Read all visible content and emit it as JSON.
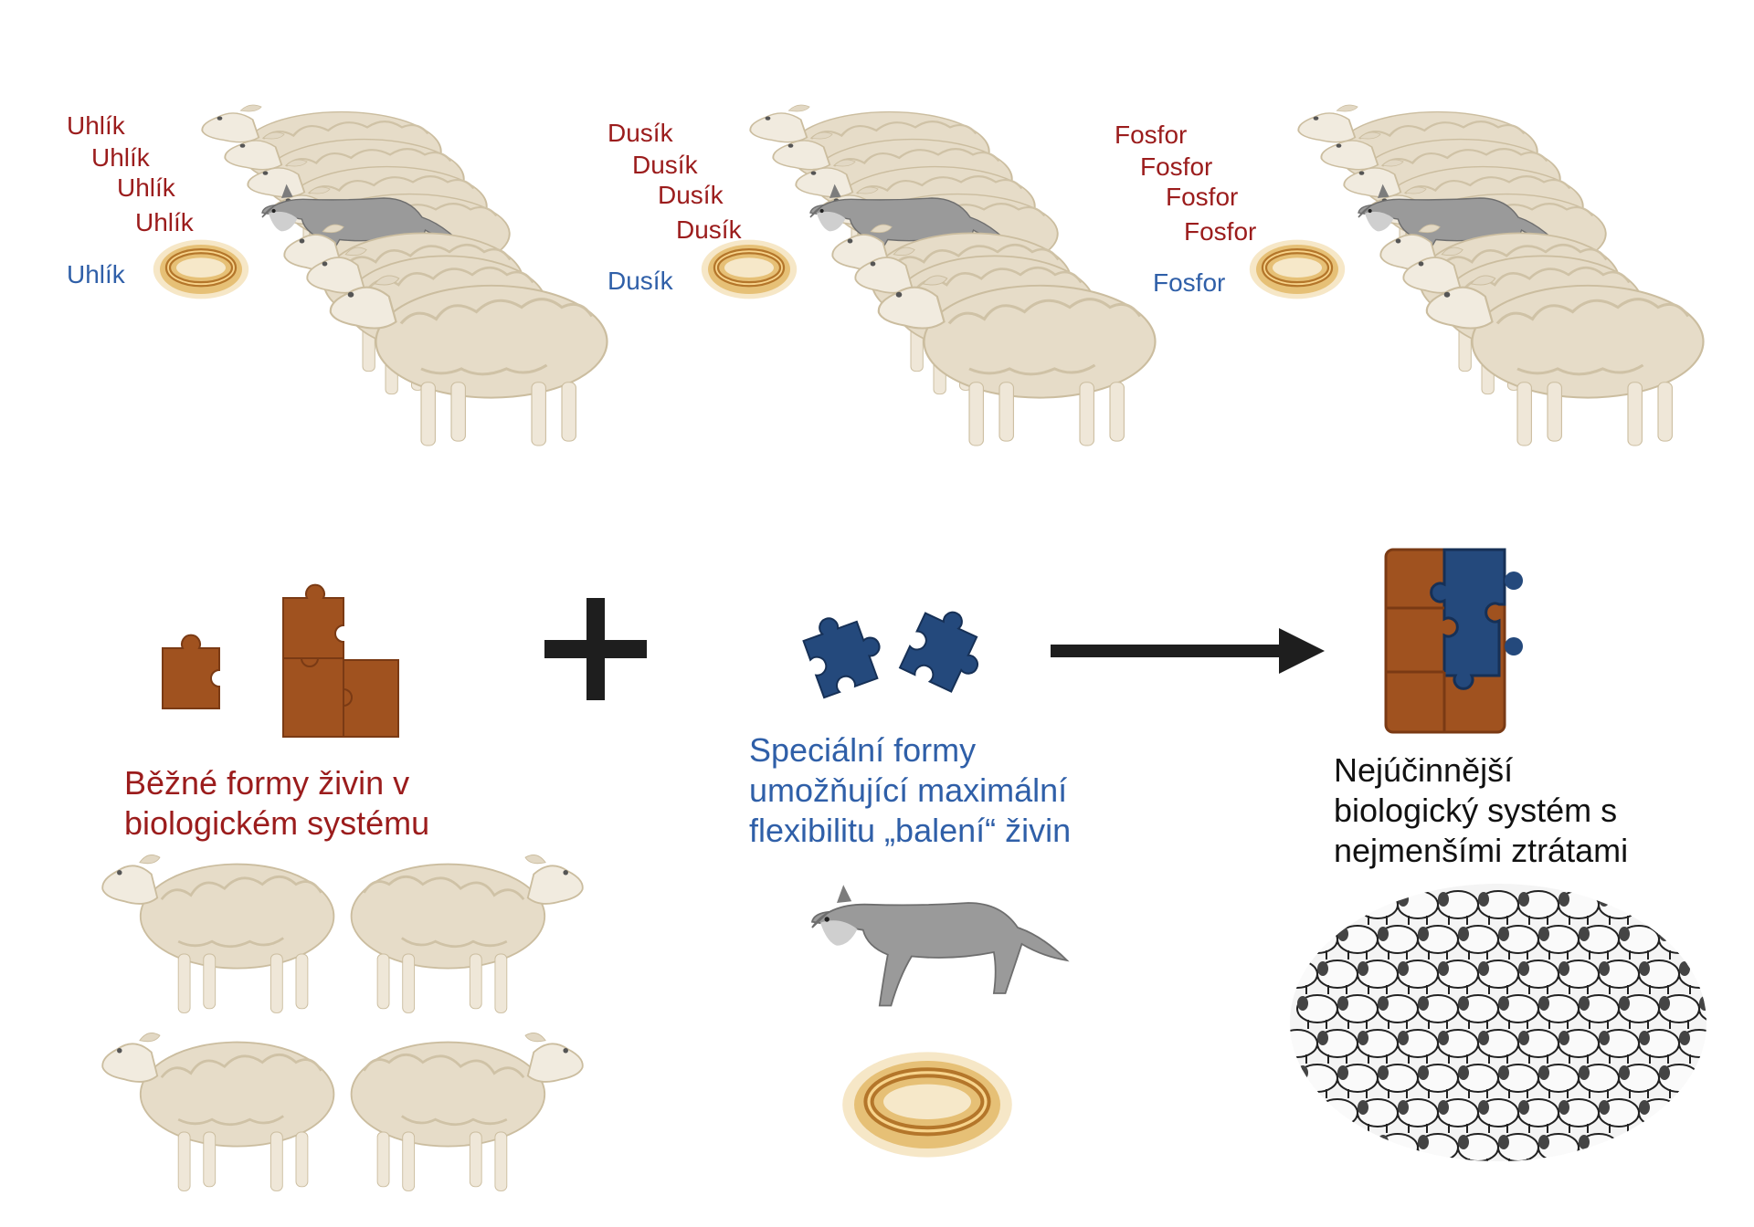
{
  "groups": [
    {
      "common": [
        "Uhlík",
        "Uhlík",
        "Uhlík",
        "Uhlík"
      ],
      "special": "Uhlík"
    },
    {
      "common": [
        "Dusík",
        "Dusík",
        "Dusík",
        "Dusík"
      ],
      "special": "Dusík"
    },
    {
      "common": [
        "Fosfor",
        "Fosfor",
        "Fosfor",
        "Fosfor"
      ],
      "special": "Fosfor"
    }
  ],
  "captions": {
    "common": [
      "Běžné formy živin v",
      "biologickém systému"
    ],
    "special": [
      "Speciální formy",
      "umožňující maximální",
      "flexibilitu „balení“ živin"
    ],
    "result": [
      "Nejúčinnější",
      "biologický systém s",
      "nejmenšími ztrátami"
    ]
  },
  "operators": {
    "plus": "plus-sign",
    "arrow": "arrow-right"
  },
  "colors": {
    "common_label": "#9b1c1c",
    "special_label": "#2f5fa8",
    "puzzle_common": "#a0521f",
    "puzzle_special": "#24497c",
    "sheep": "#e8e0cf",
    "wolf": "#8b8b8b",
    "ring": "#d9a24a"
  }
}
